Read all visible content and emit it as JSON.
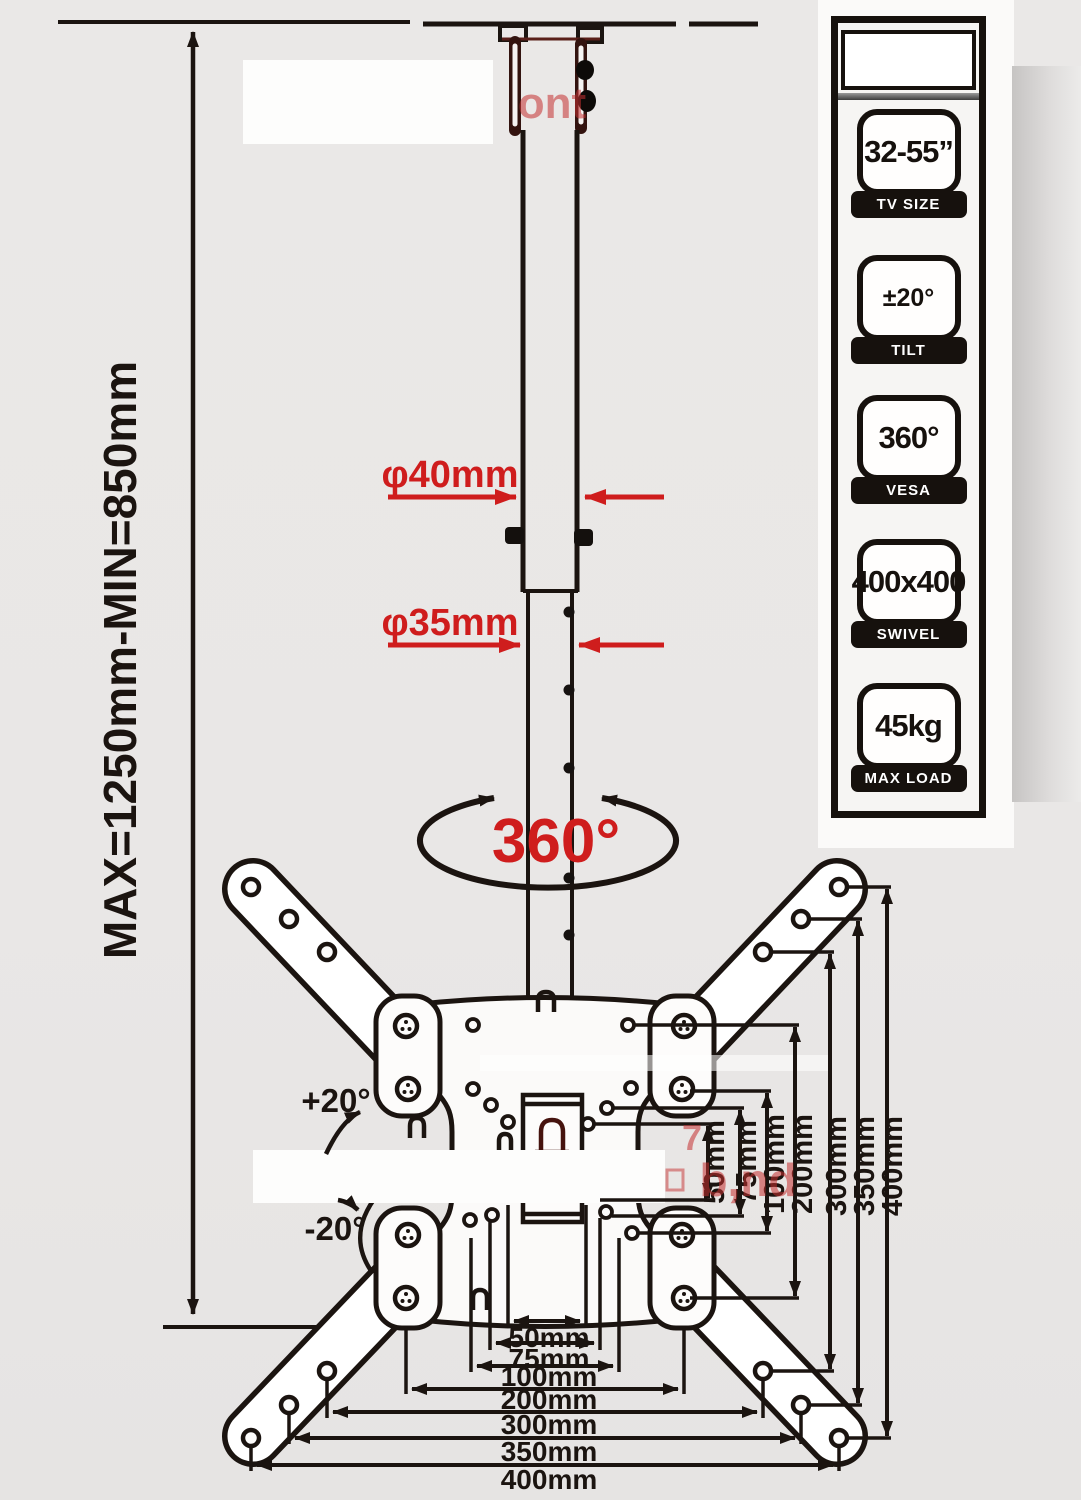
{
  "diagram": {
    "height_range_label": "MAX=1250mm-MIN=850mm",
    "upper_pole_diameter": "φ40mm",
    "lower_pole_diameter": "φ35mm",
    "swivel_label": "360°",
    "tilt_up_label": "+20°",
    "tilt_down_label": "-20°",
    "vertical_dims": [
      "50mm",
      "75mm",
      "100mm",
      "200mm",
      "300mm",
      "350mm",
      "400mm"
    ],
    "horizontal_dims": [
      "50mm",
      "75mm",
      "100mm",
      "200mm",
      "300mm",
      "350mm",
      "400mm"
    ]
  },
  "watermark": {
    "top": "ont",
    "digit": "7",
    "middle": "b,nd"
  },
  "spec_panel": {
    "badges": [
      {
        "value": "32-55”",
        "label": "TV SIZE"
      },
      {
        "value": "±20°",
        "label": "TILT"
      },
      {
        "value": "360°",
        "label": "VESA"
      },
      {
        "value": "400x400",
        "label": "SWIVEL"
      },
      {
        "value": "45kg",
        "label": "MAX LOAD"
      }
    ]
  },
  "colors": {
    "accent_red": "#cf1d1d",
    "line": "#1b1410",
    "badge_ink": "#16110d"
  }
}
